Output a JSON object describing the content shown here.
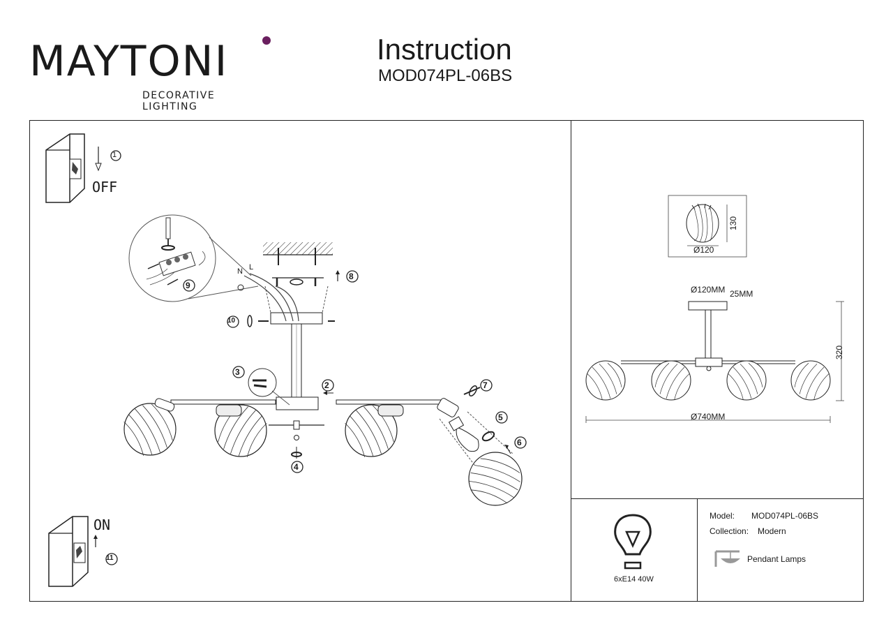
{
  "brand": {
    "name": "MAYTONI",
    "tagline": "DECORATIVE LIGHTING",
    "accent_color": "#6a1f5f"
  },
  "document": {
    "title": "Instruction",
    "model": "MOD074PL-06BS"
  },
  "steps": {
    "s1": "1",
    "off_label": "OFF",
    "s2": "2",
    "s3": "3",
    "s4": "4",
    "s5": "5",
    "s6": "6",
    "s7": "7",
    "s8": "8",
    "s9": "9",
    "s10": "10",
    "s11": "11",
    "on_label": "ON",
    "wire_n": "N",
    "wire_l": "L"
  },
  "dimensions": {
    "shade_diameter": "Ø120",
    "shade_height": "130",
    "canopy_diameter": "Ø120MM",
    "canopy_height": "25MM",
    "total_height": "320",
    "total_diameter": "Ø740MM"
  },
  "bulb": {
    "spec": "6xE14 40W"
  },
  "info": {
    "model_label": "Model:",
    "model_value": "MOD074PL-06BS",
    "collection_label": "Collection:",
    "collection_value": "Modern",
    "type_label": "Pendant Lamps"
  }
}
